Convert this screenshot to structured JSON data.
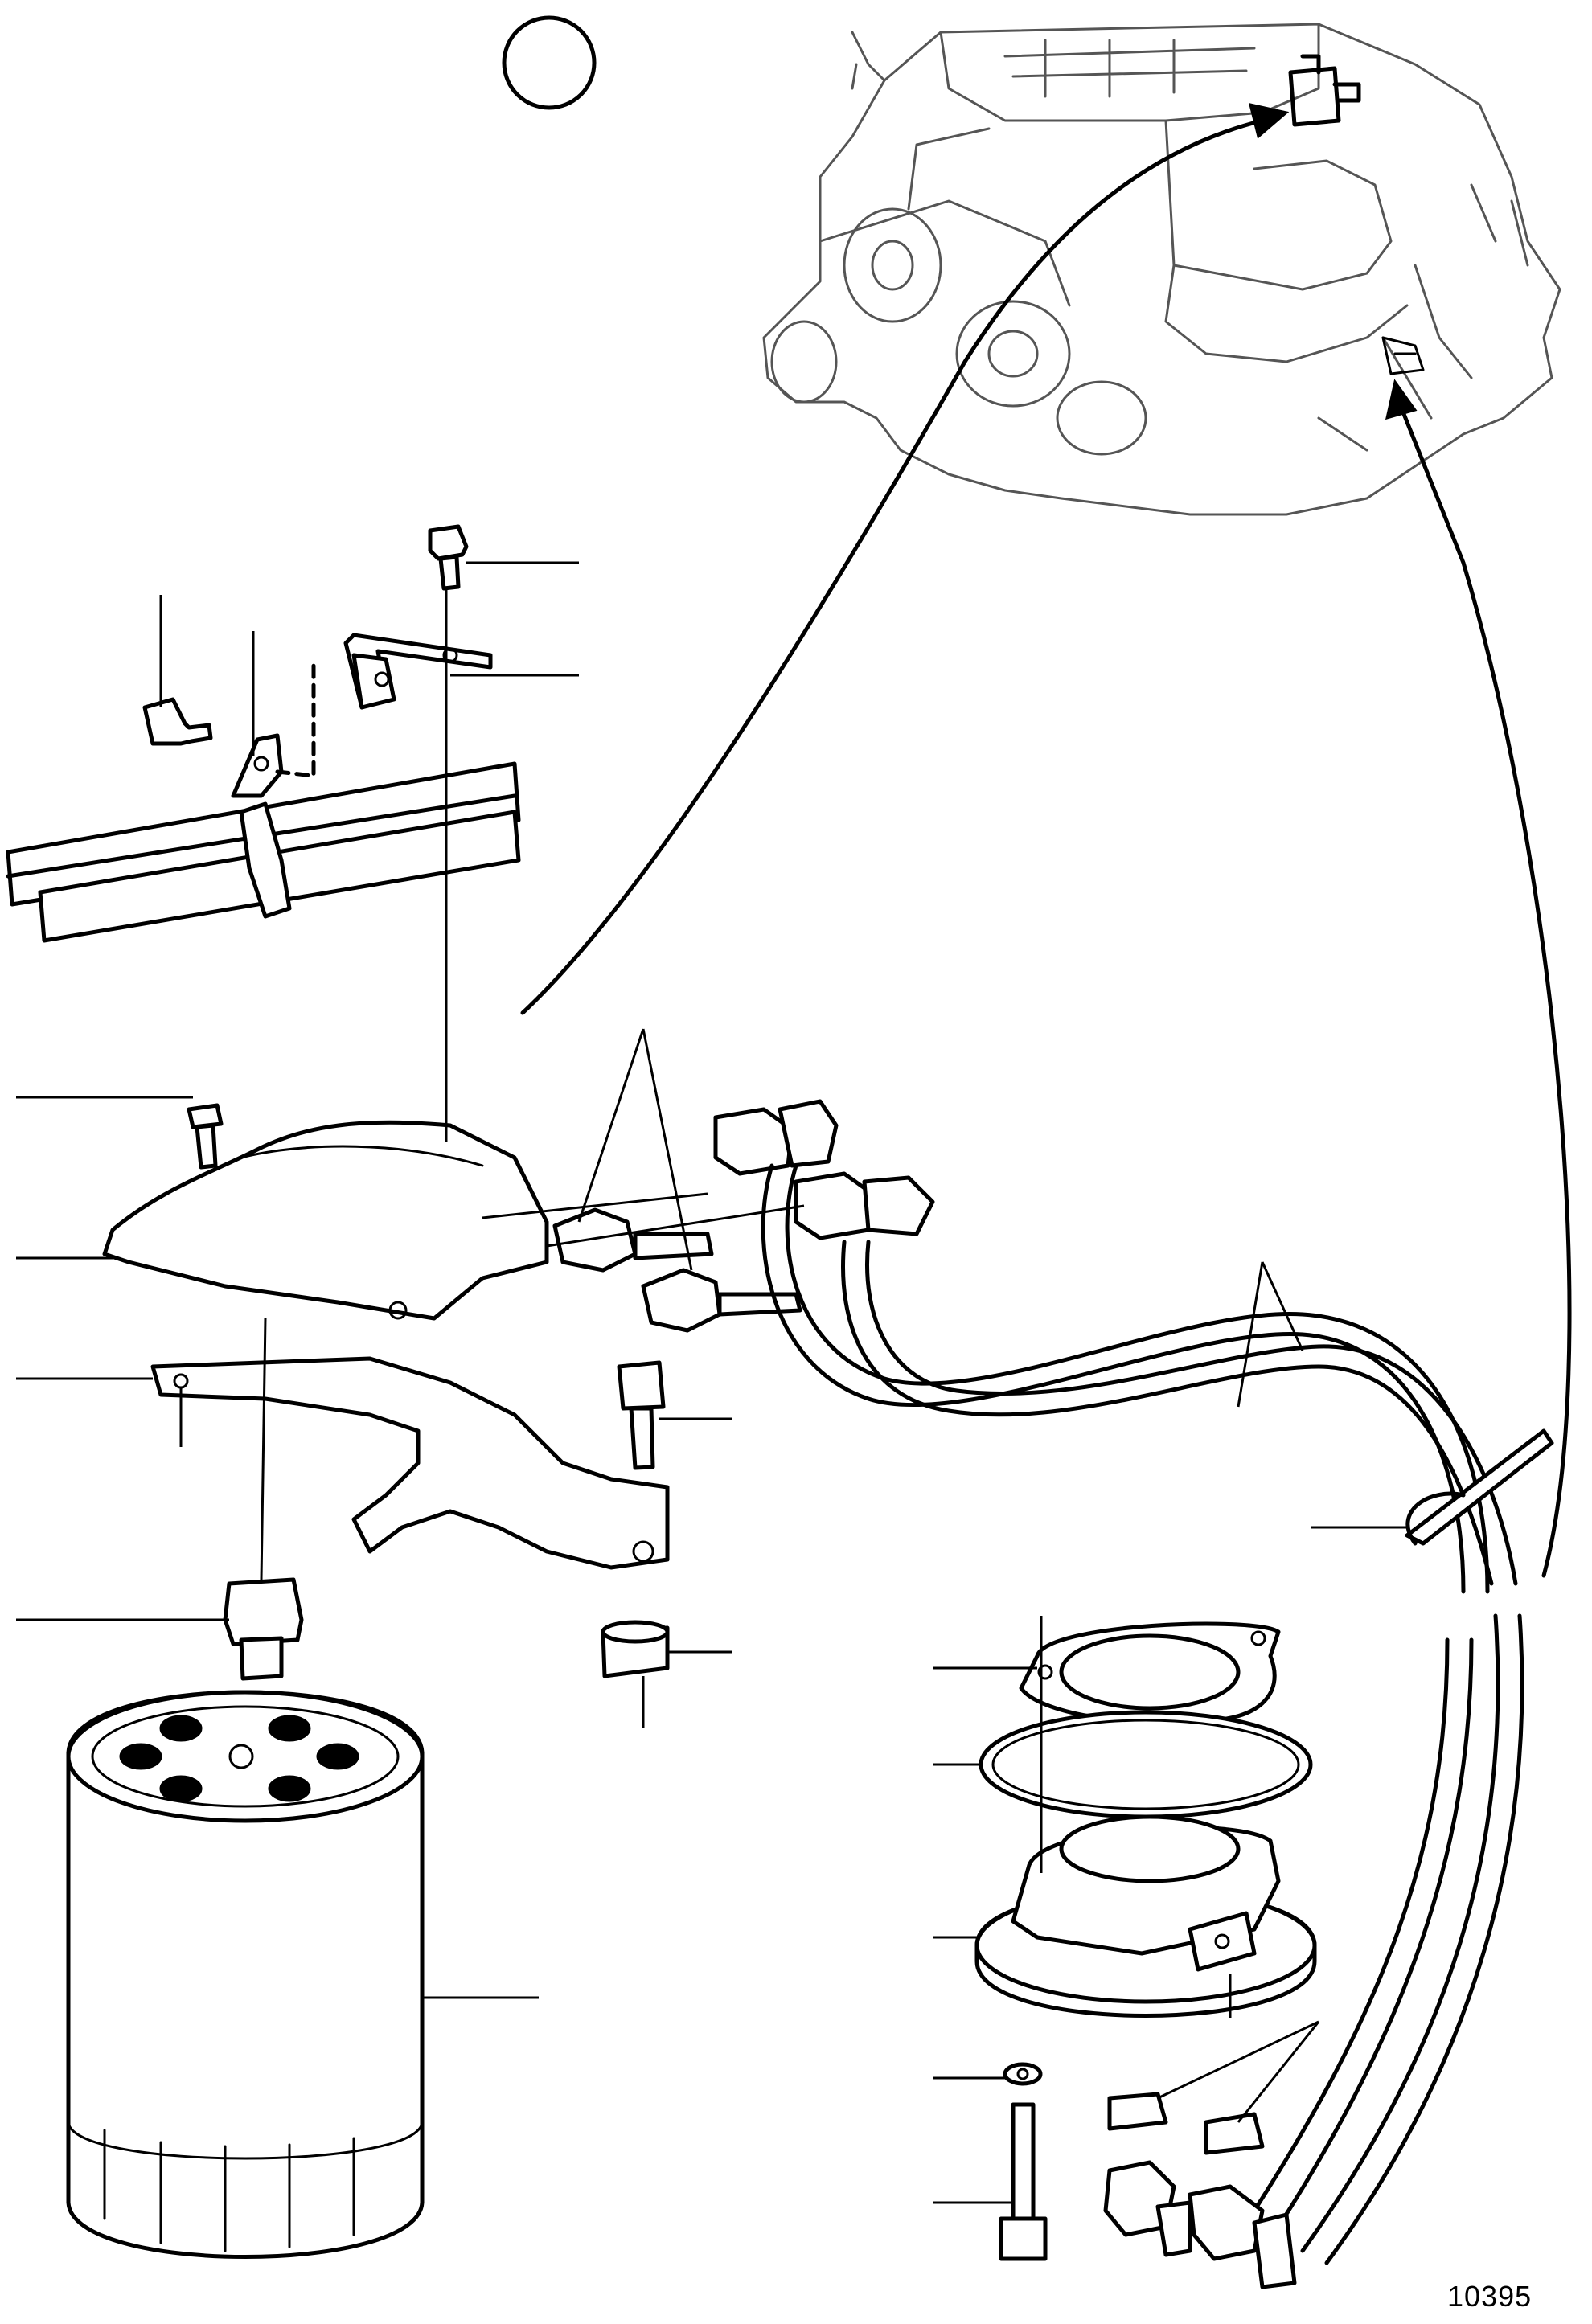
{
  "figure": {
    "number": "10395"
  },
  "icons": {
    "callout_circle": "circle",
    "engine": "engine-block",
    "oil_filter": "oil-filter",
    "filter_bracket": "filter-bracket",
    "filter_cover": "filter-cover",
    "oil_hoses": "oil-hoses",
    "adapter_plate": "adapter-plate",
    "hose_clamp": "hose-clamp",
    "cable_tie": "cable-tie"
  },
  "colors": {
    "line": "#000000",
    "background": "#ffffff"
  }
}
